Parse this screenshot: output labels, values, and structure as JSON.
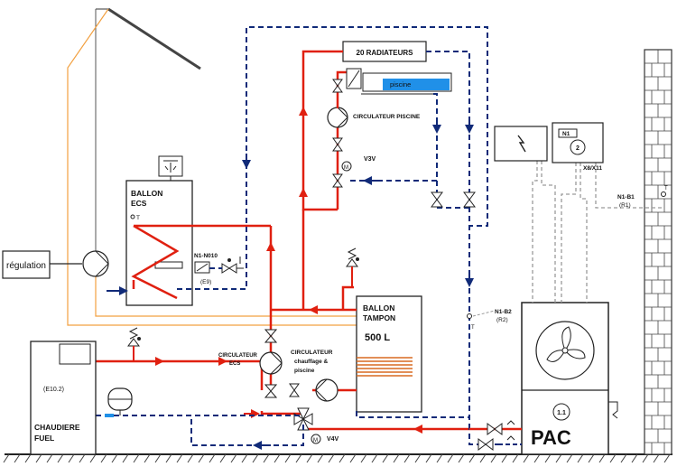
{
  "labels": {
    "radiateurs": "20 RADIATEURS",
    "piscine": "piscine",
    "circ_piscine": "CIRCULATEUR PISCINE",
    "v3v": "V3V",
    "ballon_ecs_1": "BALLON",
    "ballon_ecs_2": "ECS",
    "t": "T",
    "n1_n010": "N1-N010",
    "e9": "(E9)",
    "regulation": "régulation",
    "ballon_tampon_1": "BALLON",
    "ballon_tampon_2": "TAMPON",
    "volume": "500 L",
    "circ_ecs_1": "CIRCULATEUR",
    "circ_ecs_2": "ECS",
    "circ_ch_1": "CIRCULATEUR",
    "circ_ch_2": "chauffage &",
    "circ_ch_3": "piscine",
    "v4v": "V4V",
    "e10": "(E10.2)",
    "chaudiere_1": "CHAUDIERE",
    "chaudiere_2": "FUEL",
    "n1_b1": "N1-B1",
    "r1": "(R1)",
    "n1_b2": "N1-B2",
    "r2": "(R2)",
    "x8x11": "X8/X11",
    "n1": "N1",
    "two": "2",
    "one_one": "1.1",
    "pac": "PAC",
    "m": "M"
  },
  "colors": {
    "hot": "#e02010",
    "cold": "#102a78",
    "orange": "#f2a040",
    "gray": "#9a9a9a",
    "pool": "#2090e8",
    "coil": "#d86a20"
  }
}
